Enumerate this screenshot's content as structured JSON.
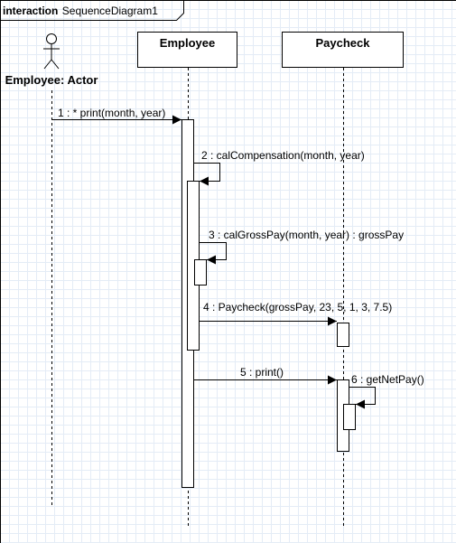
{
  "frame": {
    "keyword": "interaction",
    "name": "SequenceDiagram1"
  },
  "lifelines": [
    {
      "id": "actor",
      "label": "Employee: Actor",
      "kind": "actor"
    },
    {
      "id": "employee",
      "label": "Employee",
      "kind": "object"
    },
    {
      "id": "paycheck",
      "label": "Paycheck",
      "kind": "object"
    }
  ],
  "messages": [
    {
      "label": "1 : * print(month, year)",
      "from": "actor",
      "to": "employee",
      "type": "sync"
    },
    {
      "label": "2 : calCompensation(month, year)",
      "from": "employee",
      "to": "employee",
      "type": "self"
    },
    {
      "label": "3 : calGrossPay(month, year) :  grossPay",
      "from": "employee",
      "to": "employee",
      "type": "self"
    },
    {
      "label": "4 : Paycheck(grossPay, 23, 5, 1, 3, 7.5)",
      "from": "employee",
      "to": "paycheck",
      "type": "create"
    },
    {
      "label": "5 : print()",
      "from": "employee",
      "to": "paycheck",
      "type": "sync"
    },
    {
      "label": "6 : getNetPay()",
      "from": "paycheck",
      "to": "paycheck",
      "type": "self"
    }
  ]
}
